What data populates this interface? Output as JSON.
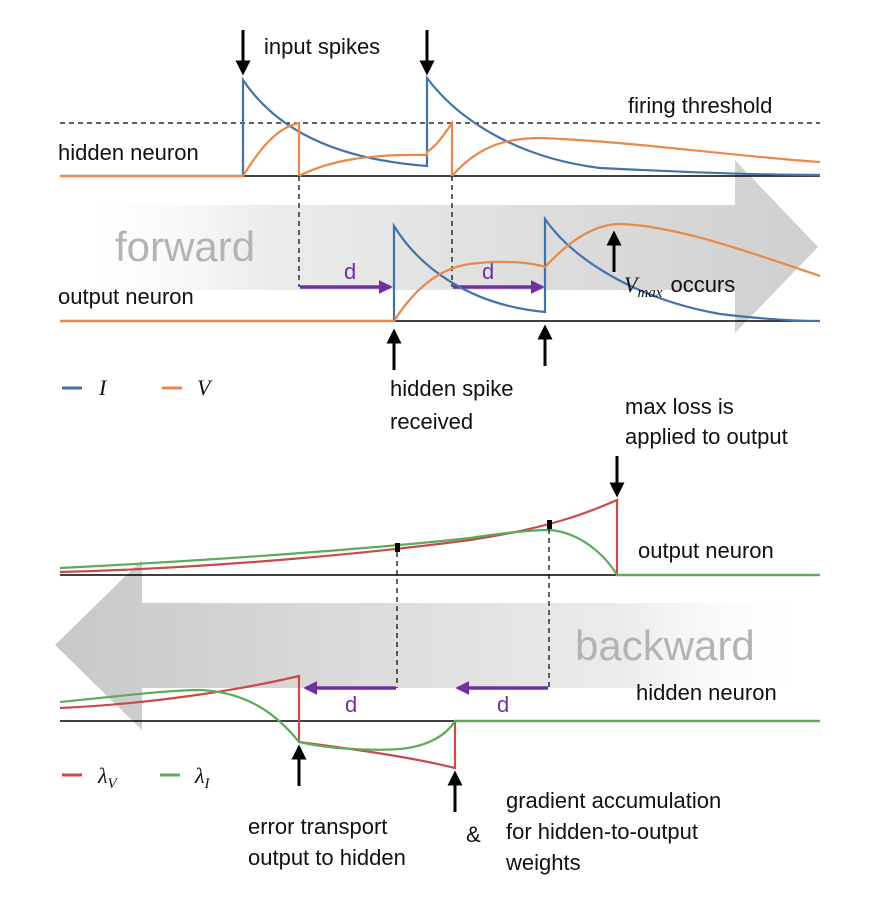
{
  "forward": {
    "arrow_label": "forward",
    "input_spikes_label": "input spikes",
    "firing_threshold_label": "firing threshold",
    "hidden_neuron_label": "hidden neuron",
    "output_neuron_label": "output neuron",
    "delay_label": "d",
    "vmax_symbol": "V",
    "vmax_subscript": "max",
    "vmax_suffix": "occurs",
    "hidden_spike_label_line1": "hidden spike",
    "hidden_spike_label_line2": "received",
    "legend": [
      {
        "symbol": "I",
        "color": "#4472a8"
      },
      {
        "symbol": "V",
        "color": "#e8894a"
      }
    ]
  },
  "backward": {
    "arrow_label": "backward",
    "max_loss_line1": "max loss is",
    "max_loss_line2": "applied to output",
    "output_neuron_label": "output neuron",
    "hidden_neuron_label": "hidden neuron",
    "delay_label": "d",
    "error_transport_line1": "error transport",
    "error_transport_line2": "output to hidden",
    "ampersand": "&",
    "gradient_line1": "gradient accumulation",
    "gradient_line2": "for hidden-to-output",
    "gradient_line3": "weights",
    "legend": [
      {
        "symbol": "λ",
        "subscript": "V",
        "color": "#c94a4a"
      },
      {
        "symbol": "λ",
        "subscript": "I",
        "color": "#5cab5c"
      }
    ]
  },
  "colors": {
    "current": "#4472a8",
    "voltage": "#e8894a",
    "lambda_v": "#c94a4a",
    "lambda_i": "#5cab5c",
    "delay_arrow": "#7030a0",
    "big_arrow": "#d9d9d9"
  }
}
